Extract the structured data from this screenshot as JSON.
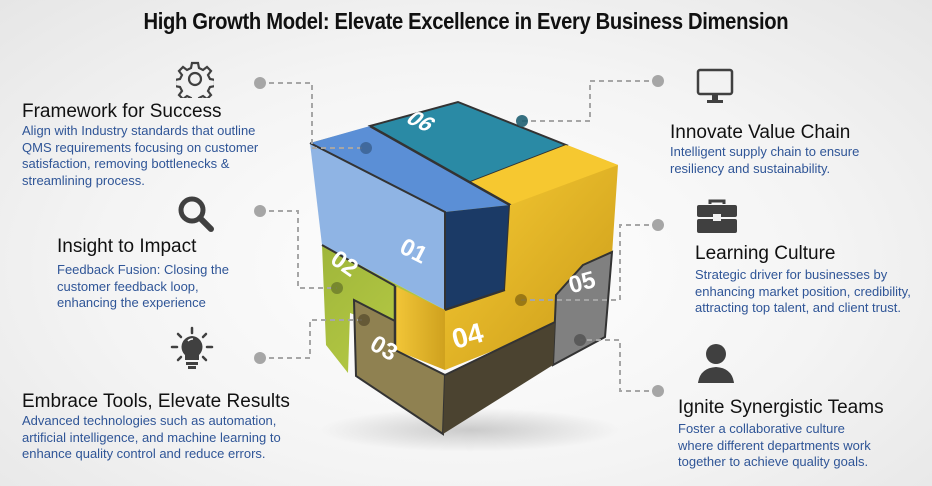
{
  "title": "High Growth Model:  Elevate Excellence in Every Business Dimension",
  "items": [
    {
      "id": "06",
      "heading": "Framework for Success",
      "description": "Align with Industry standards that outline\nQMS requirements focusing on customer\nsatisfaction, removing bottlenecks &\nstreamlining process.",
      "icon": "gear-icon",
      "side": "left"
    },
    {
      "id": "02",
      "heading": "Insight to Impact",
      "description": "Feedback Fusion: Closing the\ncustomer feedback loop,\nenhancing the experience",
      "icon": "magnifier-icon",
      "side": "left"
    },
    {
      "id": "03",
      "heading": "Embrace Tools, Elevate Results",
      "description": "Advanced technologies such as automation,\nartificial intelligence, and machine learning to\nenhance quality control and reduce errors.",
      "icon": "lightbulb-icon",
      "side": "left"
    },
    {
      "id": "06",
      "heading": "Innovate Value Chain",
      "description": "Intelligent supply chain to ensure\nresiliency and sustainability.",
      "icon": "monitor-icon",
      "side": "right"
    },
    {
      "id": "04",
      "heading": "Learning Culture",
      "description": "Strategic driver for businesses by\nenhancing market position, credibility,\nattracting top talent, and client trust.",
      "icon": "briefcase-icon",
      "side": "right"
    },
    {
      "id": "05",
      "heading": "Ignite Synergistic Teams",
      "description": "Foster a collaborative culture\nwhere different departments work\ntogether to achieve quality goals.",
      "icon": "person-icon",
      "side": "right"
    }
  ],
  "cube": {
    "labels": [
      "01",
      "02",
      "03",
      "04",
      "05",
      "06"
    ],
    "colors": {
      "01": "#5b8fd6",
      "02": "#a9c03d",
      "03": "#8f8151",
      "04": "#f1c232",
      "05": "#808080",
      "06": "#2a8aa5"
    }
  },
  "colors": {
    "heading": "#111111",
    "description": "#2f5597",
    "connector": "#a6a6a6",
    "icon": "#404040"
  }
}
